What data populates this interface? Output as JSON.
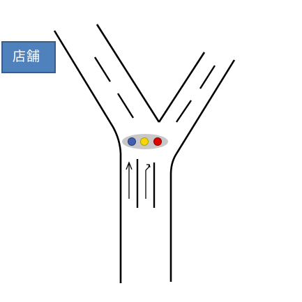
{
  "store": {
    "label": "店舗",
    "color": "#4f81bd"
  },
  "traffic_light": {
    "housing_color": "#c8c8c8",
    "lamps": [
      {
        "name": "blue-lamp",
        "color": "#3f5fb0"
      },
      {
        "name": "yellow-lamp",
        "color": "#f5d800"
      },
      {
        "name": "red-lamp",
        "color": "#e00000"
      }
    ]
  },
  "lane_arrows": [
    {
      "name": "straight-arrow-icon",
      "direction": "straight"
    },
    {
      "name": "straight-right-arrow-icon",
      "direction": "straight-right"
    }
  ]
}
